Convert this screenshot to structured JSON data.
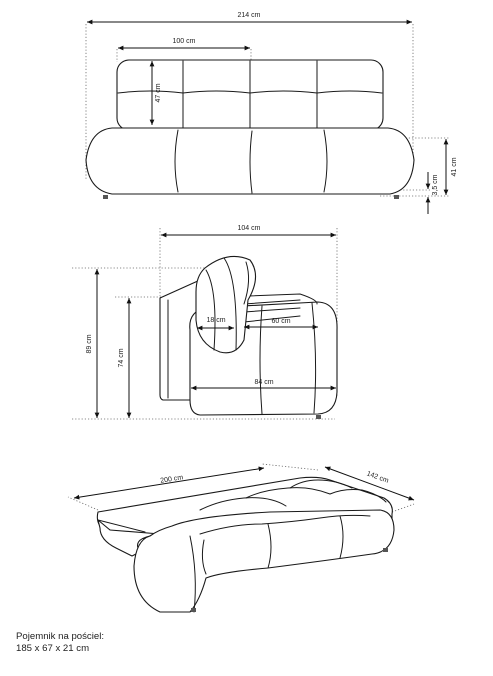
{
  "dimensions": {
    "front_width": "214 cm",
    "front_seat_width": "100 cm",
    "front_back_height": "47 cm",
    "front_seat_height": "41 cm",
    "front_leg_height": "3,5 cm",
    "side_depth": "104 cm",
    "side_total_height": "89 cm",
    "side_back_height": "74 cm",
    "side_cushion_depth": "18 cm",
    "side_seat_depth": "60 cm",
    "side_seat_depth_full": "84 cm",
    "bed_length": "200 cm",
    "bed_width": "142 cm"
  },
  "caption": {
    "line1": "Pojemnik na pościel:",
    "line2": "185 x 67 x 21 cm"
  }
}
